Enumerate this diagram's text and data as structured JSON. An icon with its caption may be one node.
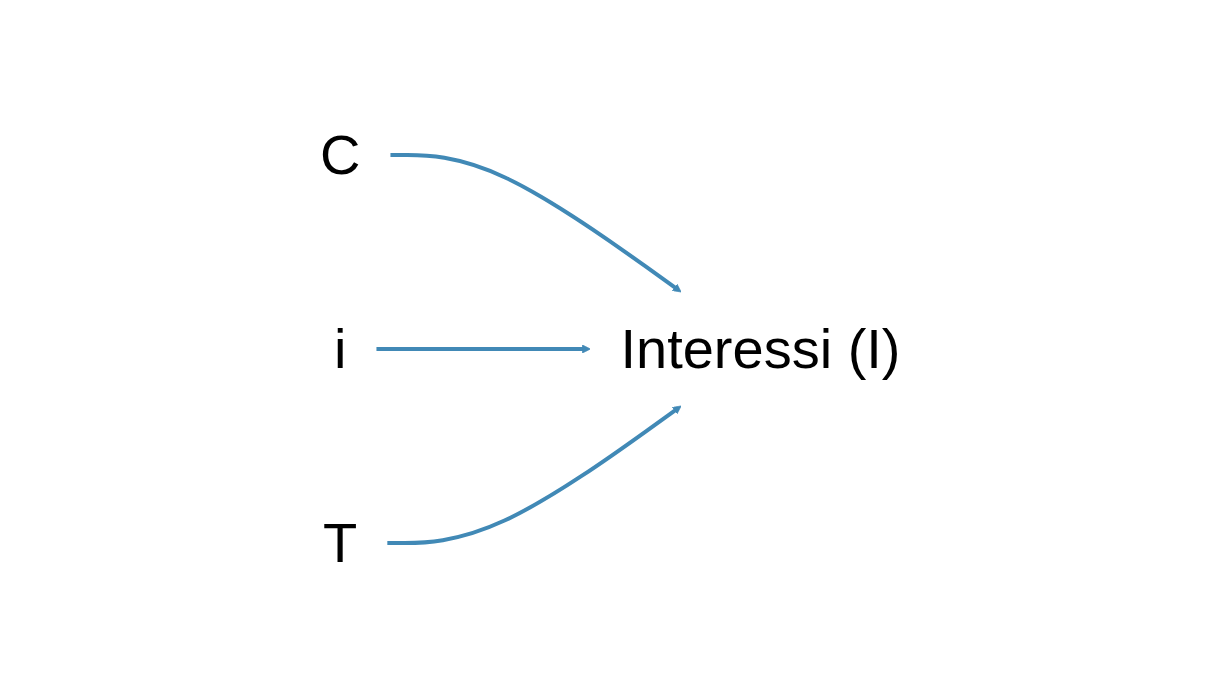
{
  "diagram": {
    "nodes": [
      {
        "text": [
          "C"
        ]
      },
      {
        "text": [
          "i"
        ]
      },
      {
        "text": [
          "T"
        ]
      },
      {
        "text": [
          "Interessi (I)"
        ]
      }
    ],
    "edges": [
      {
        "from": 0,
        "to": 3,
        "arrow": "to"
      },
      {
        "from": 1,
        "to": 3,
        "arrow": "to"
      },
      {
        "from": 2,
        "to": 3,
        "arrow": "to"
      }
    ]
  }
}
